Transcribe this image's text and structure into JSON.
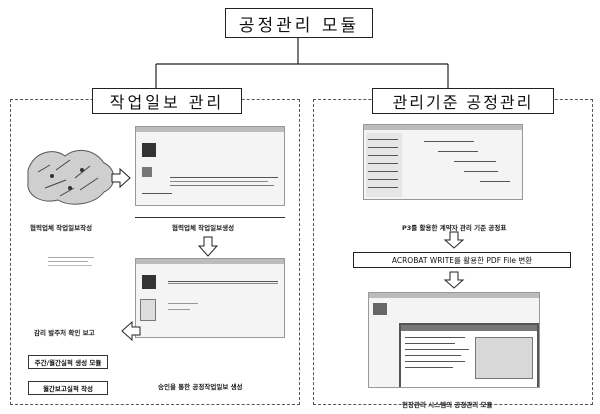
{
  "diagram": {
    "title": "공정관리 모듈",
    "left_section": {
      "title": "작업일보 관리",
      "map_caption": "협력업체 작업일보작성",
      "report_caption": "협력업체 작업일보생성",
      "management_caption": "감리 발주처 확인 보고",
      "approval_caption": "승인을 통한 공정작업일보 생성",
      "box1": "주간/월간실적 생성 모듈",
      "box2": "월간보고실적 작성"
    },
    "right_section": {
      "title": "관리기준 공정관리",
      "p3_caption": "P3를 활용한 계약자 관리 기준 공정표",
      "acrobat_label": "ACROBAT WRITE를 활용한 PDF File 변환",
      "system_caption": "현장관리 시스템의 공정관리 모듈"
    }
  }
}
